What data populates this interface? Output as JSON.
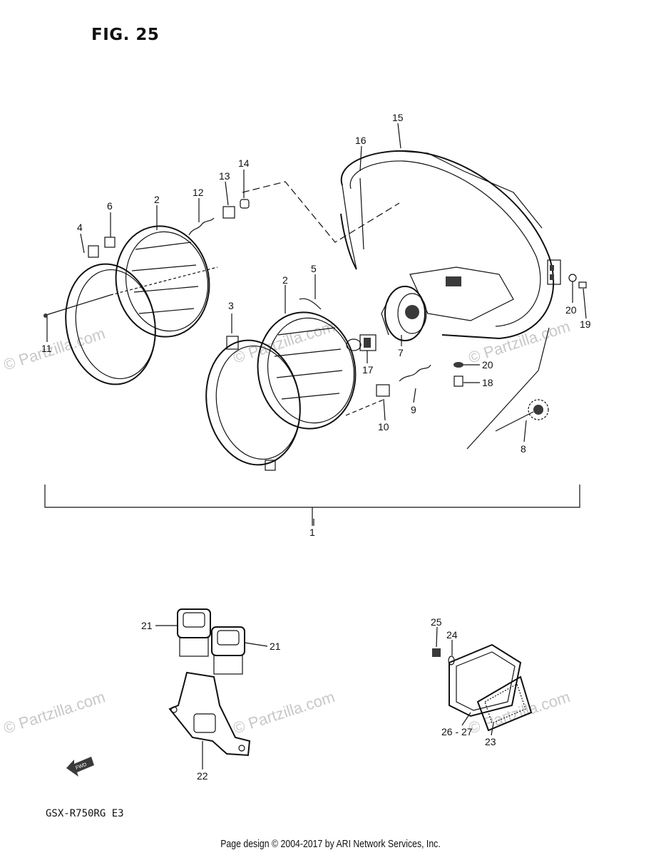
{
  "figure": {
    "title": "FIG. 25"
  },
  "model_code": "GSX-R750RG  E3",
  "footer": "Page design © 2004-2017 by ARI Network Services, Inc.",
  "watermark": "© Partzilla.com",
  "fwd_label": "FWD",
  "callouts": [
    "1",
    "2",
    "2",
    "3",
    "4",
    "5",
    "6",
    "7",
    "8",
    "9",
    "10",
    "11",
    "12",
    "13",
    "14",
    "15",
    "16",
    "17",
    "18",
    "19",
    "20",
    "20",
    "21",
    "21",
    "22",
    "23",
    "24",
    "25",
    "26 - 27"
  ]
}
